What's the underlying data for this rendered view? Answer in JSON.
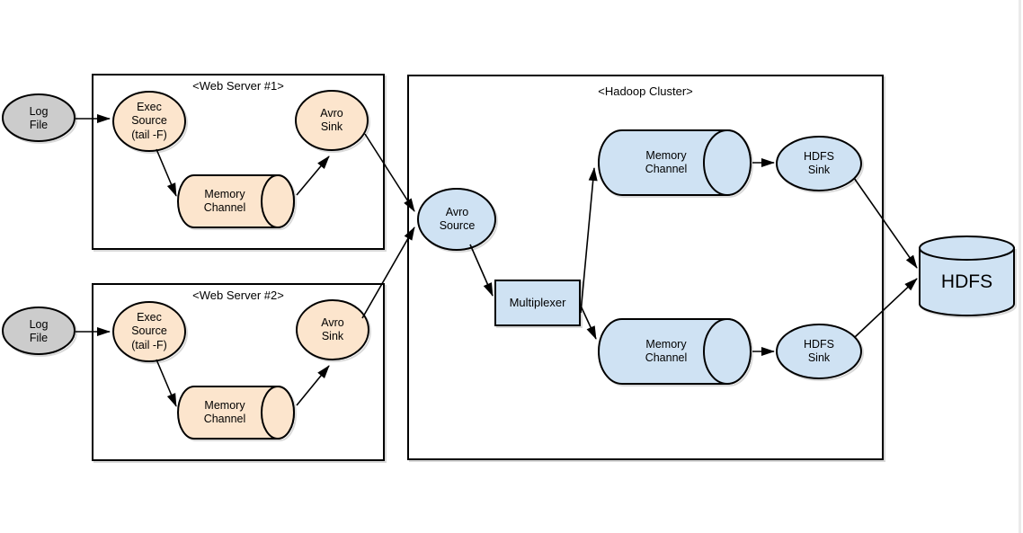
{
  "colors": {
    "group_box_fill": "#ffffff",
    "stroke": "#000000",
    "log_file_fill": "#cccccc",
    "web_server_node_fill": "#fce5cd",
    "hadoop_node_fill": "#cfe2f3",
    "shadow": "#d9d9d9",
    "page_edge": "#eaeaea"
  },
  "groups": {
    "web_server_1": {
      "label": "<Web Server #1>"
    },
    "web_server_2": {
      "label": "<Web Server #2>"
    },
    "hadoop_cluster": {
      "label": "<Hadoop Cluster>"
    }
  },
  "nodes": {
    "log_file_1": {
      "lines": [
        "Log",
        "File"
      ]
    },
    "log_file_2": {
      "lines": [
        "Log",
        "File"
      ]
    },
    "exec_source_1": {
      "lines": [
        "Exec",
        "Source",
        "(tail -F)"
      ]
    },
    "exec_source_2": {
      "lines": [
        "Exec",
        "Source",
        "(tail -F)"
      ]
    },
    "memory_channel_ws1": {
      "lines": [
        "Memory",
        "Channel"
      ]
    },
    "memory_channel_ws2": {
      "lines": [
        "Memory",
        "Channel"
      ]
    },
    "avro_sink_1": {
      "lines": [
        "Avro",
        "Sink"
      ]
    },
    "avro_sink_2": {
      "lines": [
        "Avro",
        "Sink"
      ]
    },
    "avro_source": {
      "lines": [
        "Avro",
        "Source"
      ]
    },
    "multiplexer": {
      "lines": [
        "Multiplexer"
      ]
    },
    "memory_channel_hadoop_top": {
      "lines": [
        "Memory",
        "Channel"
      ]
    },
    "memory_channel_hadoop_bottom": {
      "lines": [
        "Memory",
        "Channel"
      ]
    },
    "hdfs_sink_top": {
      "lines": [
        "HDFS",
        "Sink"
      ]
    },
    "hdfs_sink_bottom": {
      "lines": [
        "HDFS",
        "Sink"
      ]
    },
    "hdfs": {
      "lines": [
        "HDFS"
      ]
    }
  }
}
